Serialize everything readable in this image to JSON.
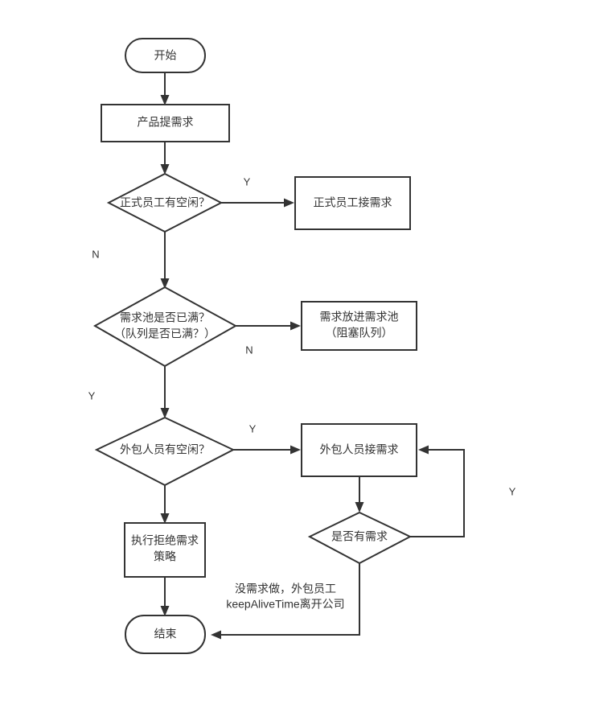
{
  "diagram": {
    "type": "flowchart",
    "orientation": "top-to-bottom",
    "background_color": "#ffffff",
    "stroke_color": "#333333",
    "text_color": "#333333",
    "nodes": [
      {
        "id": "start",
        "shape": "terminator",
        "label": "开始"
      },
      {
        "id": "product_req",
        "shape": "process",
        "label": "产品提需求"
      },
      {
        "id": "staff_free",
        "shape": "decision",
        "label": "正式员工有空闲？"
      },
      {
        "id": "staff_take",
        "shape": "process",
        "label": "正式员工接需求"
      },
      {
        "id": "pool_full",
        "shape": "decision",
        "label_line1": "需求池是否已满？",
        "label_line2": "（队列是否已满？）"
      },
      {
        "id": "pool_put",
        "shape": "process",
        "label_line1": "需求放进需求池",
        "label_line2": "（阻塞队列）"
      },
      {
        "id": "outsrc_free",
        "shape": "decision",
        "label": "外包人员有空闲？"
      },
      {
        "id": "outsrc_take",
        "shape": "process",
        "label": "外包人员接需求"
      },
      {
        "id": "reject",
        "shape": "process",
        "label_line1": "执行拒绝需求",
        "label_line2": "策略"
      },
      {
        "id": "has_req",
        "shape": "decision",
        "label": "是否有需求"
      },
      {
        "id": "end",
        "shape": "terminator",
        "label": "结束"
      }
    ],
    "edge_labels": {
      "staff_free_yes": "Y",
      "staff_free_no": "N",
      "pool_full_no": "N",
      "pool_full_yes": "Y",
      "outsrc_free_yes": "Y",
      "has_req_yes": "Y"
    },
    "annotations": [
      {
        "id": "keepalive-note",
        "line1": "没需求做，外包员工",
        "line2": "keepAliveTime离开公司"
      }
    ]
  }
}
